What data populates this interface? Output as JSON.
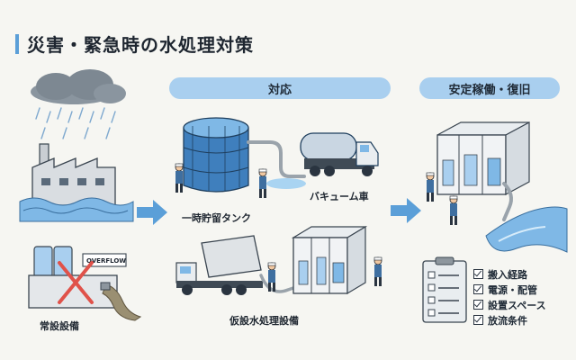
{
  "title": "災害・緊急時の水処理対策",
  "stages": {
    "respond": "対応",
    "recover": "安定稼働・復旧"
  },
  "labels": {
    "normal_facility": "常設設備",
    "temporary_tank": "一時貯留タンク",
    "vacuum_truck": "バキューム車",
    "temporary_facility": "仮設水処理設備",
    "overflow_sign": "OVERFLOW"
  },
  "checklist": [
    "搬入経路",
    "電源・配管",
    "設置スペース",
    "放流条件"
  ],
  "colors": {
    "accent_blue": "#5b9fd8",
    "pill_blue": "#a9cfef",
    "water_blue": "#7fb8e6",
    "tank_blue": "#3f7fbd",
    "error_red": "#e0524a",
    "dirty_water": "#9a8f72"
  }
}
